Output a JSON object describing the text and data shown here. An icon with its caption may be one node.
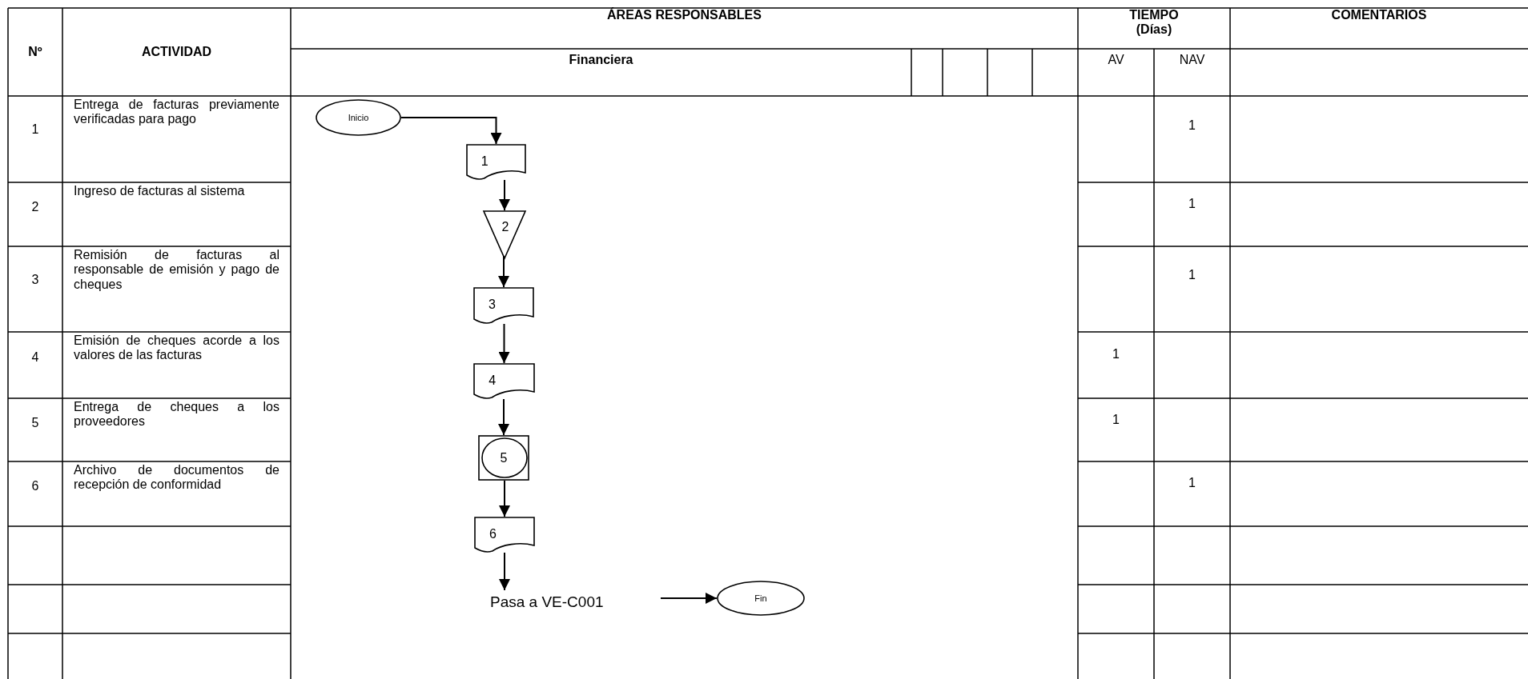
{
  "diagram": {
    "nodes": [
      {
        "text": [
          "Inicio"
        ]
      },
      {
        "text": [
          "1"
        ]
      },
      {
        "text": [
          "2"
        ]
      },
      {
        "text": [
          "3"
        ]
      },
      {
        "text": [
          "4"
        ]
      },
      {
        "text": [
          "5"
        ]
      },
      {
        "text": [
          "6"
        ]
      },
      {
        "text": [
          "Pasa a VE-C001"
        ]
      },
      {
        "text": [
          "Fin"
        ]
      }
    ],
    "edges": [
      {
        "from": 0,
        "to": 1,
        "arrow": "to"
      },
      {
        "from": 1,
        "to": 2,
        "arrow": "to"
      },
      {
        "from": 2,
        "to": 3,
        "arrow": "to"
      },
      {
        "from": 3,
        "to": 4,
        "arrow": "to"
      },
      {
        "from": 4,
        "to": 5,
        "arrow": "to"
      },
      {
        "from": 5,
        "to": 6,
        "arrow": "to"
      },
      {
        "from": 6,
        "to": 7,
        "arrow": "to"
      },
      {
        "from": 7,
        "to": 8,
        "arrow": "to"
      }
    ],
    "labels": [
      "Nº",
      "ACTIVIDAD",
      "ÁREAS RESPONSABLES",
      "TIEMPO (Días)",
      "COMENTARIOS",
      "Financiera",
      "AV",
      "NAV",
      "1",
      "Entrega de facturas previamente verificadas para pago",
      "1",
      "2",
      "Ingreso de facturas al sistema",
      "1",
      "3",
      "Remisión de facturas al responsable de emisión y pago de cheques",
      "1",
      "4",
      "Emisión de cheques acorde a los valores de las facturas",
      "1",
      "5",
      "Entrega de cheques a los proveedores",
      "1",
      "6",
      "Archivo de documentos de recepción de conformidad",
      "1"
    ]
  }
}
